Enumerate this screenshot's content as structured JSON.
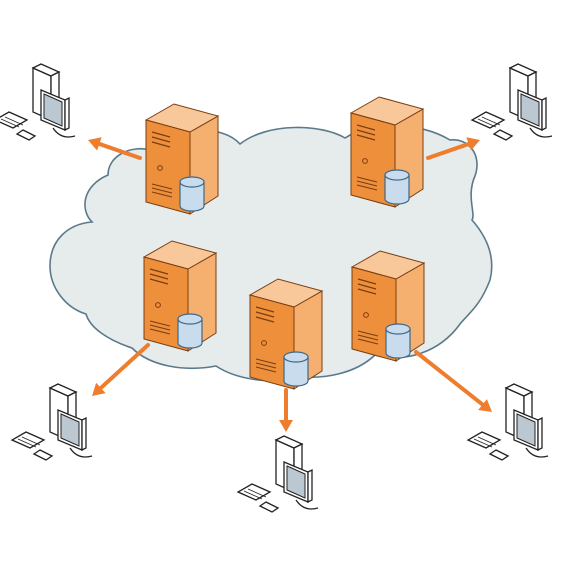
{
  "colors": {
    "background": "#ffffff",
    "cloud_fill": "#e6ebeb",
    "cloud_stroke": "#5a7a8c",
    "server_front": "#ee8f3c",
    "server_side": "#f5b070",
    "server_top": "#f8c79a",
    "server_stroke": "#7a3d10",
    "database_fill": "#c9dcee",
    "database_stroke": "#3e6788",
    "arrow": "#ee7d2e",
    "monitor_outline": "#222222",
    "monitor_screen": "#bcc8d1"
  },
  "icons": {
    "server": "server-tower-icon",
    "database": "database-cylinder-icon",
    "workstation": "desktop-workstation-icon",
    "connection": "arrow-icon"
  },
  "nodes": {
    "servers": [
      {
        "id": "server-1",
        "icon": "server-tower-icon",
        "has_database": true
      },
      {
        "id": "server-2",
        "icon": "server-tower-icon",
        "has_database": true
      },
      {
        "id": "server-3",
        "icon": "server-tower-icon",
        "has_database": true
      },
      {
        "id": "server-4",
        "icon": "server-tower-icon",
        "has_database": true
      },
      {
        "id": "server-5",
        "icon": "server-tower-icon",
        "has_database": true
      }
    ],
    "workstations": [
      {
        "id": "workstation-1",
        "icon": "desktop-workstation-icon"
      },
      {
        "id": "workstation-2",
        "icon": "desktop-workstation-icon"
      },
      {
        "id": "workstation-3",
        "icon": "desktop-workstation-icon"
      },
      {
        "id": "workstation-4",
        "icon": "desktop-workstation-icon"
      },
      {
        "id": "workstation-5",
        "icon": "desktop-workstation-icon"
      }
    ]
  },
  "edges": [
    {
      "from": "server-1",
      "to": "workstation-1",
      "direction": "outward"
    },
    {
      "from": "server-2",
      "to": "workstation-2",
      "direction": "outward"
    },
    {
      "from": "server-3",
      "to": "workstation-3",
      "direction": "outward"
    },
    {
      "from": "server-4",
      "to": "workstation-4",
      "direction": "outward"
    },
    {
      "from": "server-5",
      "to": "workstation-5",
      "direction": "outward"
    }
  ]
}
